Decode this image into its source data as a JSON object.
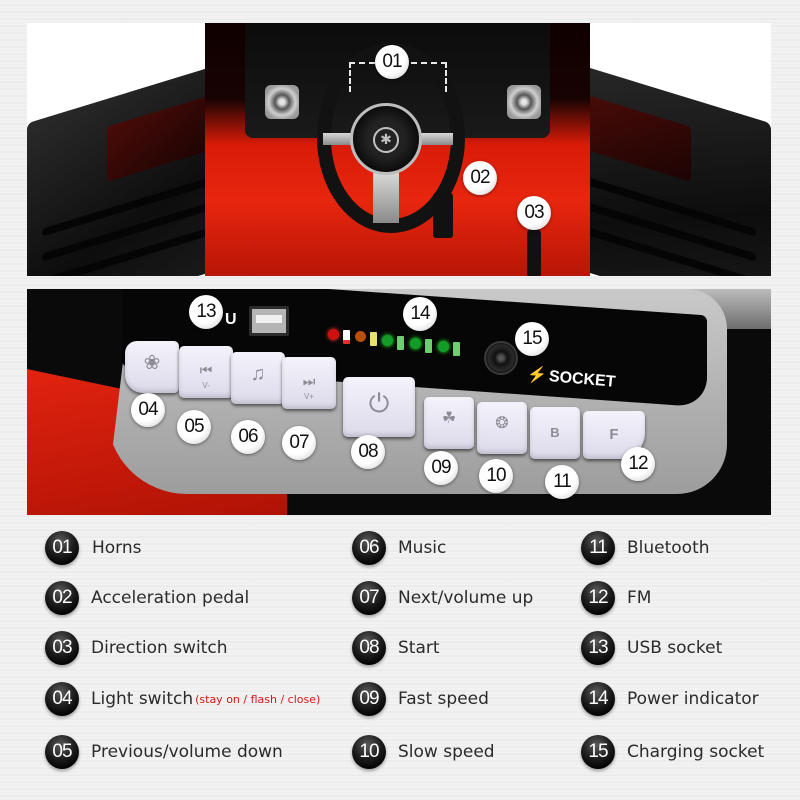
{
  "top_image": {
    "description": "Ride-on car interior with opened doors, steering wheel and dashboard",
    "markers": [
      {
        "id": "01",
        "target": "Horns"
      },
      {
        "id": "02",
        "target": "Acceleration pedal"
      },
      {
        "id": "03",
        "target": "Direction switch"
      }
    ],
    "colors": {
      "body": "#e8260f",
      "interior": "#111111"
    }
  },
  "control_panel": {
    "usb_label": "U",
    "socket_label": "SOCKET",
    "socket_icon": "lightning-bolt-icon",
    "power_leds": [
      "#d01010",
      "#d06010",
      "#18c030",
      "#18c030",
      "#18c030"
    ],
    "battery_icons": [
      "#e03030",
      "#e8e070",
      "#6cd070",
      "#6cd070",
      "#6cd070"
    ],
    "buttons": [
      {
        "id": "04",
        "icon": "lightbulb-icon",
        "glyph": "❀",
        "sub": ""
      },
      {
        "id": "05",
        "icon": "previous-track-icon",
        "glyph": "⏮",
        "sub": "V-"
      },
      {
        "id": "06",
        "icon": "music-note-icon",
        "glyph": "♫",
        "sub": ""
      },
      {
        "id": "07",
        "icon": "next-track-icon",
        "glyph": "⏭",
        "sub": "V+"
      },
      {
        "id": "08",
        "icon": "power-icon",
        "glyph": "⏻",
        "sub": ""
      },
      {
        "id": "09",
        "icon": "rabbit-icon",
        "glyph": "☘",
        "sub": ""
      },
      {
        "id": "10",
        "icon": "turtle-icon",
        "glyph": "❂",
        "sub": ""
      },
      {
        "id": "11",
        "icon": "bluetooth-icon",
        "glyph": "B",
        "sub": ""
      },
      {
        "id": "12",
        "icon": "fm-icon",
        "glyph": "F",
        "sub": ""
      }
    ],
    "markers": [
      "04",
      "05",
      "06",
      "07",
      "08",
      "09",
      "10",
      "11",
      "12",
      "13",
      "14",
      "15"
    ]
  },
  "legend": {
    "items": [
      {
        "num": "01",
        "label": "Horns",
        "note": ""
      },
      {
        "num": "02",
        "label": "Acceleration pedal",
        "note": ""
      },
      {
        "num": "03",
        "label": "Direction switch",
        "note": ""
      },
      {
        "num": "04",
        "label": "Light switch",
        "note": "(stay on / flash / close)"
      },
      {
        "num": "05",
        "label": "Previous/volume down",
        "note": ""
      },
      {
        "num": "06",
        "label": "Music",
        "note": ""
      },
      {
        "num": "07",
        "label": "Next/volume up",
        "note": ""
      },
      {
        "num": "08",
        "label": "Start",
        "note": ""
      },
      {
        "num": "09",
        "label": "Fast speed",
        "note": ""
      },
      {
        "num": "10",
        "label": "Slow speed",
        "note": ""
      },
      {
        "num": "11",
        "label": "Bluetooth",
        "note": ""
      },
      {
        "num": "12",
        "label": "FM",
        "note": ""
      },
      {
        "num": "13",
        "label": "USB socket",
        "note": ""
      },
      {
        "num": "14",
        "label": "Power indicator",
        "note": ""
      },
      {
        "num": "15",
        "label": "Charging socket",
        "note": ""
      }
    ],
    "note_color": "#d11a1a"
  }
}
